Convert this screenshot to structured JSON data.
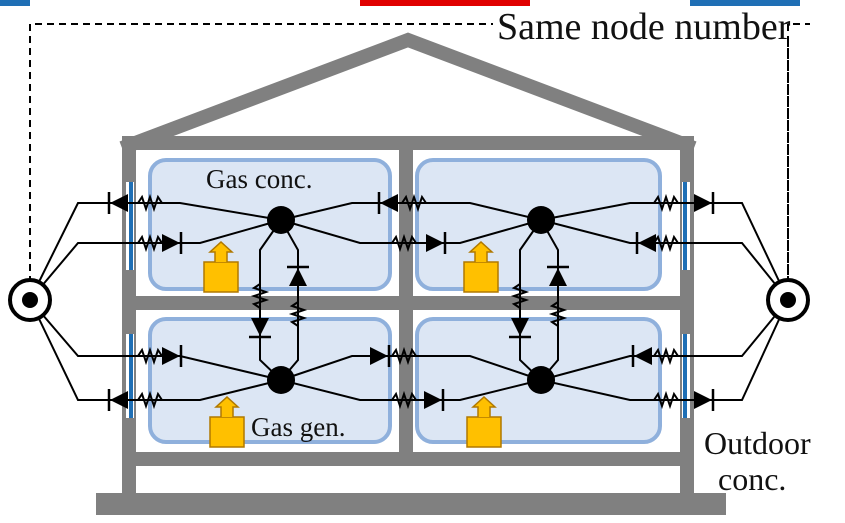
{
  "labels": {
    "same_node": "Same node number",
    "gas_conc": "Gas conc.",
    "gas_gen": "Gas gen.",
    "outdoor_line1": "Outdoor",
    "outdoor_line2": "conc."
  },
  "colors": {
    "wall": "#808080",
    "room_fill": "#dce6f4",
    "room_border": "#8fb0dc",
    "window_blue": "#1f6fb5",
    "source_fill": "#ffc000",
    "source_stroke": "#b07800",
    "line": "#000000"
  }
}
